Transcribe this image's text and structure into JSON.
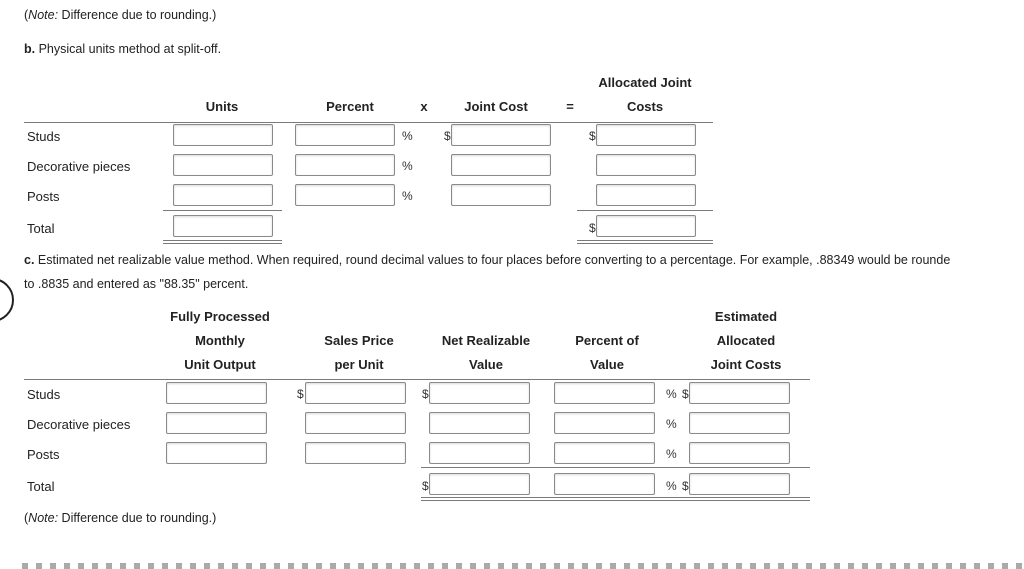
{
  "note_top": {
    "label": "Note:",
    "text": "Difference due to rounding.",
    "open": "(",
    "close": ")"
  },
  "section_b": {
    "letter": "b.",
    "text": "Physical units method at split-off.",
    "headers": {
      "units": "Units",
      "percent": "Percent",
      "times": "x",
      "joint_cost": "Joint Cost",
      "equals": "=",
      "allocated_line1": "Allocated Joint",
      "allocated_line2": "Costs"
    },
    "rows": [
      {
        "label": "Studs"
      },
      {
        "label": "Decorative pieces"
      },
      {
        "label": "Posts"
      },
      {
        "label": "Total"
      }
    ],
    "percent_sign": "%",
    "dollar_sign": "$"
  },
  "section_c": {
    "letter": "c.",
    "text_line1": "Estimated net realizable value method. When required, round decimal values to four places before converting to a percentage. For example, .88349 would be rounde",
    "text_line2": "to .8835 and entered as \"88.35\" percent.",
    "headers": {
      "output_line1": "Fully Processed",
      "output_line2": "Monthly",
      "output_line3": "Unit Output",
      "price_line1": "Sales Price",
      "price_line2": "per Unit",
      "nrv_line1": "Net Realizable",
      "nrv_line2": "Value",
      "pct_line1": "Percent of",
      "pct_line2": "Value",
      "alloc_line1": "Estimated",
      "alloc_line2": "Allocated",
      "alloc_line3": "Joint Costs"
    },
    "rows": [
      {
        "label": "Studs"
      },
      {
        "label": "Decorative pieces"
      },
      {
        "label": "Posts"
      },
      {
        "label": "Total"
      }
    ],
    "percent_sign": "%",
    "dollar_sign": "$"
  },
  "note_bottom": {
    "label": "Note:",
    "text": "Difference due to rounding.",
    "open": "(",
    "close": ")"
  }
}
